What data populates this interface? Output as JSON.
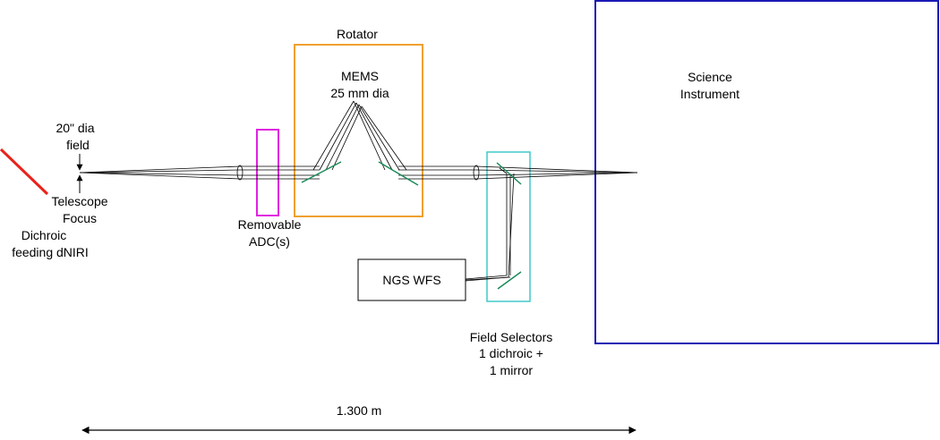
{
  "labels": {
    "rotator": "Rotator",
    "mems_line1": "MEMS",
    "mems_line2": "25 mm dia",
    "science_line1": "Science",
    "science_line2": "Instrument",
    "field_line1": "20\" dia",
    "field_line2": "field",
    "telescope_line1": "Telescope",
    "telescope_line2": "Focus",
    "dichroic_line1": "Dichroic",
    "dichroic_line2": "feeding dNIRI",
    "adc_line1": "Removable",
    "adc_line2": "ADC(s)",
    "ngs_wfs": "NGS WFS",
    "selectors_line1": "Field Selectors",
    "selectors_line2": "1 dichroic +",
    "selectors_line3": "1 mirror",
    "scale": "1.300 m"
  },
  "colors": {
    "dichroic": "#e8231a",
    "adc_box": "#e020e0",
    "rotator_box": "#f0a030",
    "selector_box": "#40c8c8",
    "science_box": "#1a1ab4",
    "mirror": "#1a8a5a",
    "line": "#000000"
  }
}
